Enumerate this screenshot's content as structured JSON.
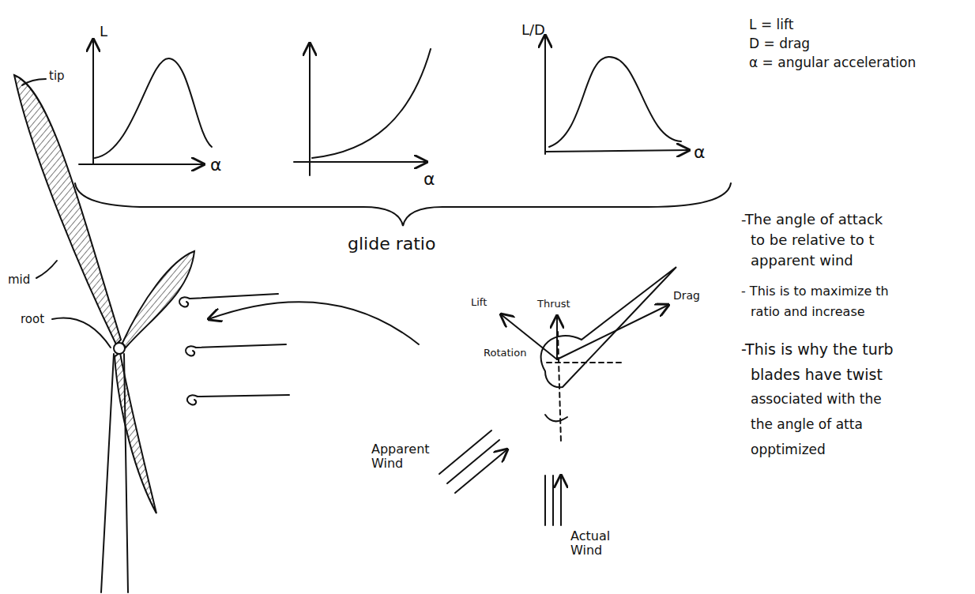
{
  "diagram": {
    "labels": [
      "L",
      "α",
      "α",
      "L/D",
      "α",
      "L = lift",
      "D = drag",
      "α = angular acceleration",
      "glide ratio",
      "tip",
      "mid",
      "root",
      "Lift",
      "Thrust",
      "Drag",
      "Rotation",
      "Apparent Wind",
      "Actual Wind",
      "-The angle of attack",
      "to be relative to t",
      "apparent wind",
      "- This is to maximize th",
      "ratio and increase",
      "-This is why the turb",
      "blades have twist",
      "associated with the",
      "the angle of atta",
      "opptimized"
    ]
  }
}
